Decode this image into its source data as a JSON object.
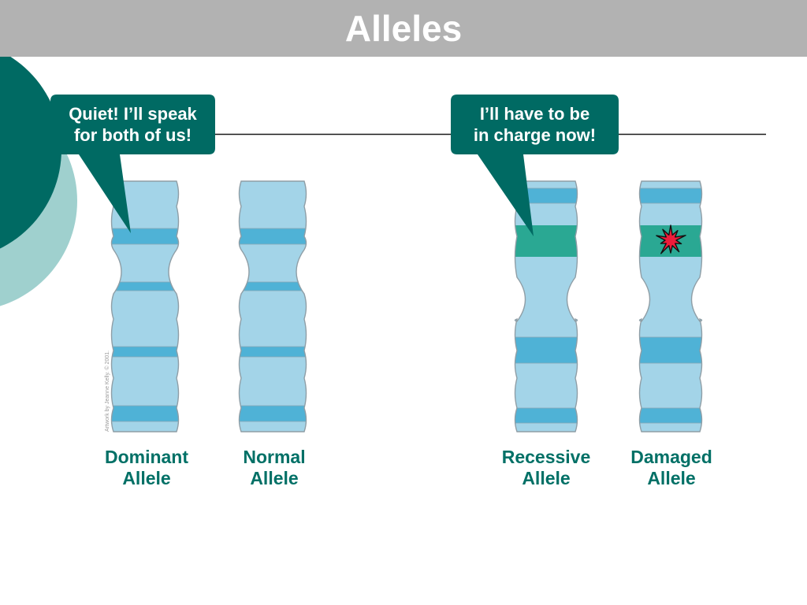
{
  "title": "Alleles",
  "bubbles": {
    "dominant": {
      "line1": "Quiet! I’ll speak",
      "line2": "for both of us!"
    },
    "recessive": {
      "line1": "I’ll have to be",
      "line2": "in charge now!"
    }
  },
  "labels": {
    "dominant": {
      "line1": "Dominant",
      "line2": "Allele"
    },
    "normal": {
      "line1": "Normal",
      "line2": "Allele"
    },
    "recessive": {
      "line1": "Recessive",
      "line2": "Allele"
    },
    "damaged": {
      "line1": "Damaged",
      "line2": "Allele"
    }
  },
  "credit": "Artwork by Jeanne Kelly. © 2001.",
  "colors": {
    "title_bar": "#b2b2b2",
    "bubble": "#006a63",
    "label_text": "#007066",
    "chromosome": "#a3d4e8",
    "band": "#4fb2d6",
    "gene": "#2aa893",
    "damage": "#ee1c3a",
    "circle_dark": "#006a63",
    "circle_light": "#9fd0ce"
  }
}
